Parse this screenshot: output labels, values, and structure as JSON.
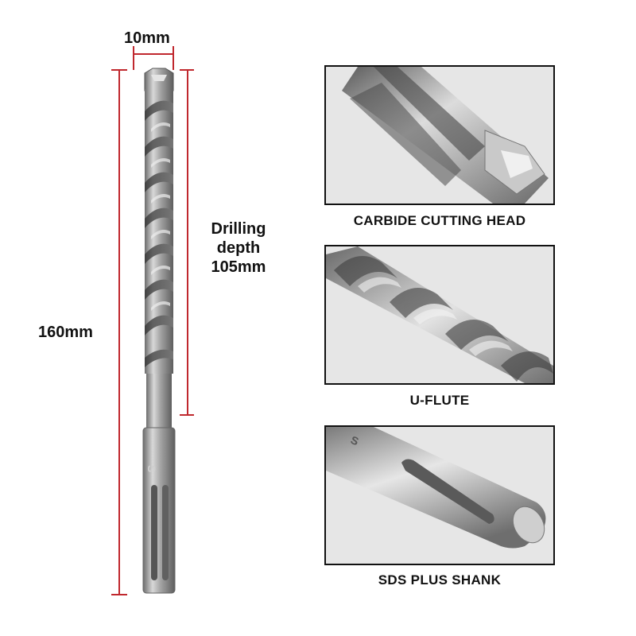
{
  "dimensions": {
    "diameter": "10mm",
    "drilling_depth_line1": "Drilling",
    "drilling_depth_line2": "depth",
    "drilling_depth_line3": "105mm",
    "total_length": "160mm"
  },
  "details": [
    {
      "caption": "CARBIDE CUTTING HEAD",
      "image": "carbide-cutting-head-closeup"
    },
    {
      "caption": "U-FLUTE",
      "image": "u-flute-closeup"
    },
    {
      "caption": "SDS PLUS SHANK",
      "image": "sds-plus-shank-closeup"
    }
  ],
  "colors": {
    "dimension_line": "#c0282e",
    "metal": "#9a9a9a",
    "panel_bg": "#e6e6e6"
  }
}
